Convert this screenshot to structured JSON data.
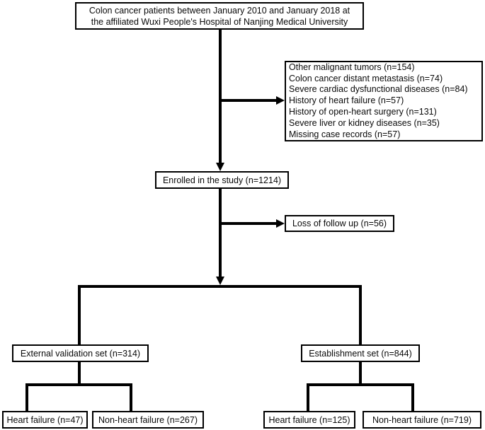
{
  "flowchart": {
    "top_box": {
      "line1": "Colon cancer patients between January 2010 and January 2018 at",
      "line2": "the affiliated Wuxi People's Hospital of Nanjing Medical University"
    },
    "exclusion_box": {
      "items": [
        "Other malignant tumors (n=154)",
        "Colon cancer distant metastasis (n=74)",
        "Severe cardiac dysfunctional diseases (n=84)",
        "History of heart failure (n=57)",
        "History of open-heart surgery (n=131)",
        "Severe liver or kidney diseases (n=35)",
        "Missing case records (n=57)"
      ]
    },
    "enrolled_box": {
      "label": "Enrolled in the study (n=1214)"
    },
    "loss_box": {
      "label": "Loss of follow up (n=56)"
    },
    "external_validation_box": {
      "label": "External validation set (n=314)"
    },
    "establishment_box": {
      "label": "Establishment set (n=844)"
    },
    "external_heart_failure_box": {
      "label": "Heart failure (n=47)"
    },
    "external_non_heart_failure_box": {
      "label": "Non-heart failure (n=267)"
    },
    "establishment_heart_failure_box": {
      "label": "Heart failure (n=125)"
    },
    "establishment_non_heart_failure_box": {
      "label": "Non-heart failure (n=719)"
    },
    "colors": {
      "line": "#000000",
      "border": "#000000",
      "background": "#ffffff",
      "text": "#0a0a0a"
    }
  }
}
